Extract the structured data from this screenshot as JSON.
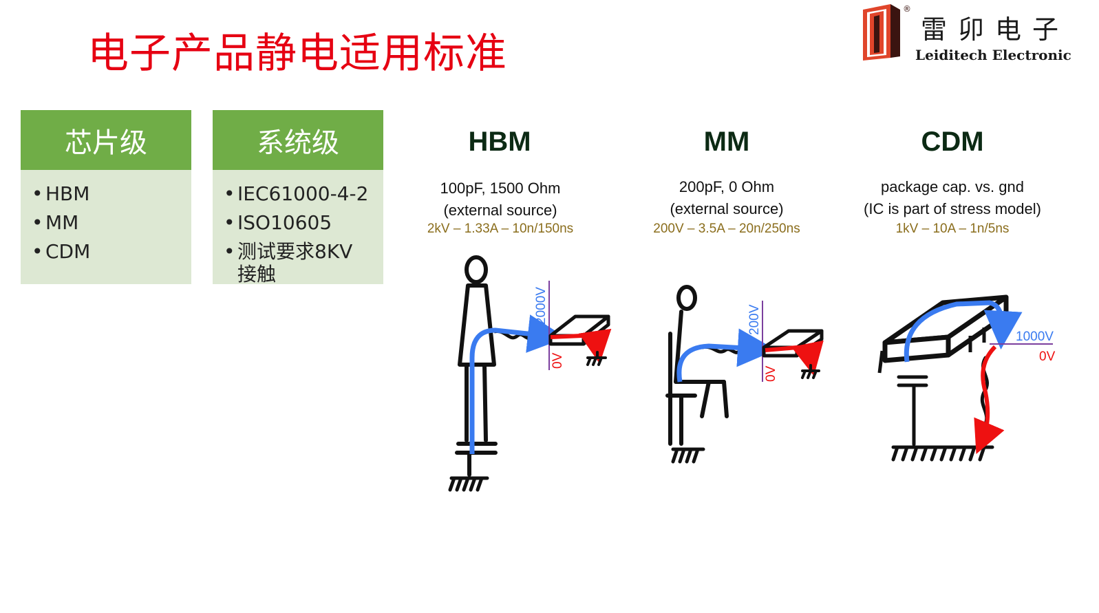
{
  "title": "电子产品静电适用标准",
  "logo": {
    "brand_cn": "雷卯电子",
    "brand_en": "Leiditech Electronic",
    "registered_mark": "®",
    "colors": {
      "red": "#e0452b",
      "dark": "#3a1410"
    }
  },
  "panels": [
    {
      "heading": "芯片级",
      "items": [
        "HBM",
        "MM",
        "CDM"
      ]
    },
    {
      "heading": "系统级",
      "items": [
        "IEC61000-4-2",
        "ISO10605",
        "测试要求8KV接触"
      ]
    }
  ],
  "models": [
    {
      "name": "HBM",
      "line1": "100pF, 1500 Ohm",
      "line2": "(external source)",
      "spec": "2kV – 1.33A – 10n/150ns",
      "v_high": "2000V",
      "v_low": "0V"
    },
    {
      "name": "MM",
      "line1": "200pF, 0 Ohm",
      "line2": "(external source)",
      "spec": "200V – 3.5A – 20n/250ns",
      "v_high": "200V",
      "v_low": "0V"
    },
    {
      "name": "CDM",
      "line1": "package cap. vs. gnd",
      "line2": "(IC is part of stress model)",
      "spec": "1kV – 10A – 1n/5ns",
      "v_high": "1000V",
      "v_low": "0V"
    }
  ],
  "colors": {
    "title_red": "#e60012",
    "panel_header_green": "#70ad47",
    "panel_body_green": "#dde8d3",
    "model_title": "#0c2a14",
    "spec_gold": "#8a6d1c",
    "arrow_blue": "#3a7bf0",
    "arrow_red": "#ee1111",
    "voltage_line": "#7b3f9e"
  },
  "icons": [
    "human-body-figure-icon",
    "seated-person-figure-icon",
    "ic-package-icon",
    "ground-icon",
    "discharge-arrow-icon"
  ]
}
